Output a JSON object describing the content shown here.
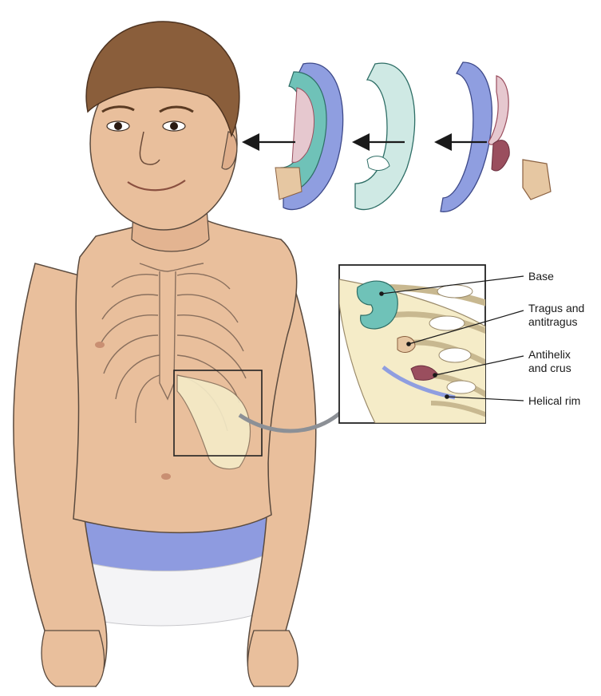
{
  "labels": {
    "base": "Base",
    "tragus": "Tragus and\nantitragus",
    "antihelix": "Antihelix\nand crus",
    "helical_rim": "Helical rim"
  },
  "colors": {
    "skin": "#e9bf9c",
    "skin_shadow": "#d9a683",
    "hair": "#8a5e3b",
    "cartilage": "#f5ecc8",
    "base_teal": "#6fc2b8",
    "base_teal_light": "#cfe9e4",
    "tragus_tan": "#e6c7a2",
    "tragus_brown": "#c08a56",
    "antihelix_pink": "#e6c8cf",
    "antihelix_maroon": "#9a4e5e",
    "helix_blue": "#8f9ee0",
    "shorts_blue": "#8e9be0",
    "arrow_gray": "#8c9096",
    "outline": "#5a4a3e"
  },
  "icons": {
    "assembly_arrows": "arrow-left-icon"
  }
}
